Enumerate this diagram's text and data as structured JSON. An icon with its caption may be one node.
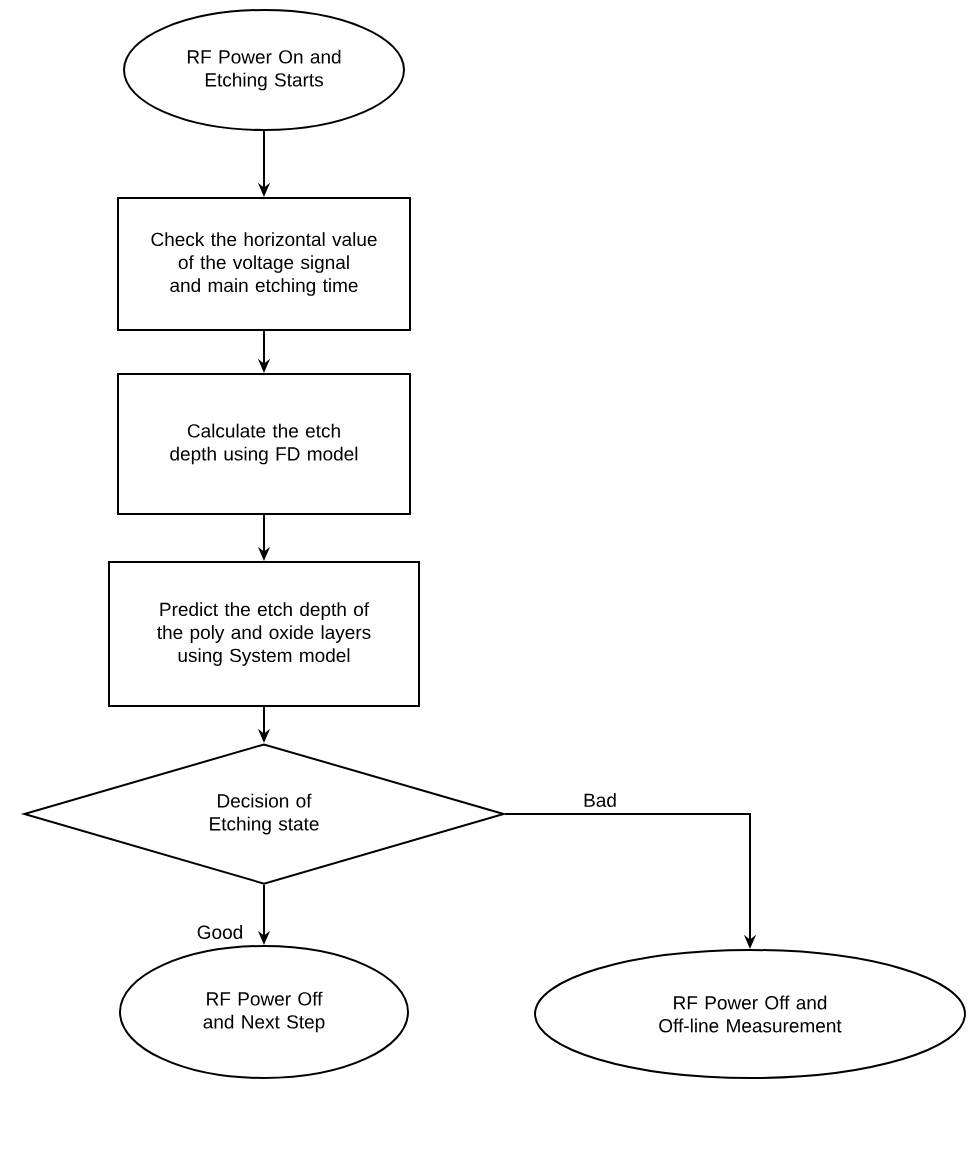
{
  "diagram": {
    "nodes": [
      {
        "text": [
          "RF Power On and Etching Starts"
        ]
      },
      {
        "text": [
          "Check the horizontal value of the voltage signal and main etching time"
        ]
      },
      {
        "text": [
          "Calculate the etch depth using FD model"
        ]
      },
      {
        "text": [
          "Predict the etch depth of the poly and oxide layers using System model"
        ]
      },
      {
        "text": [
          "Decision of Etching state"
        ]
      },
      {
        "text": [
          "RF Power Off and Next Step"
        ]
      },
      {
        "text": [
          "RF Power Off and Off-line Measurement"
        ]
      }
    ],
    "edges": [
      {
        "from": 0,
        "to": 1,
        "arrow": "to"
      },
      {
        "from": 1,
        "to": 2,
        "arrow": "to"
      },
      {
        "from": 2,
        "to": 3,
        "arrow": "to"
      },
      {
        "from": 3,
        "to": 4,
        "arrow": "to"
      },
      {
        "from": 4,
        "to": 5,
        "arrow": "to",
        "label": "Good"
      },
      {
        "from": 4,
        "to": 6,
        "arrow": "to",
        "label": "Bad"
      }
    ]
  }
}
